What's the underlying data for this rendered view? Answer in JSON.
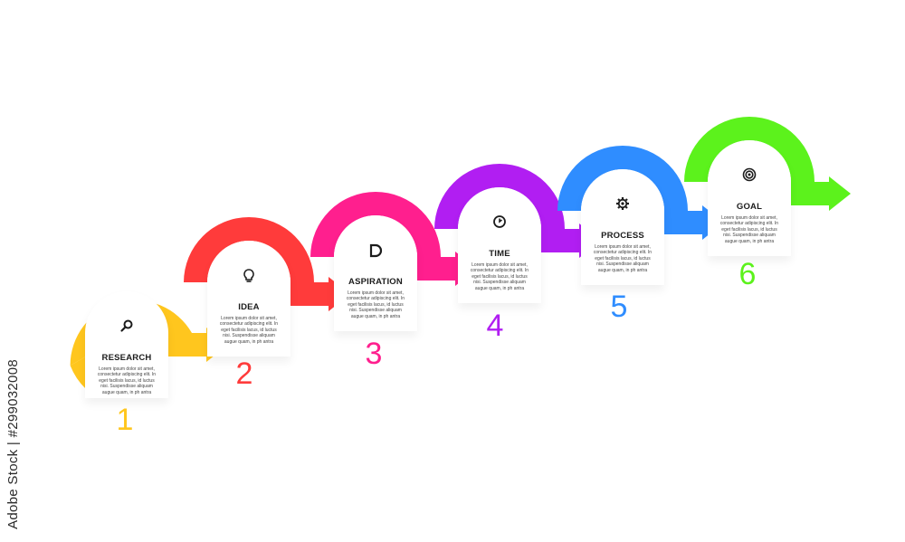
{
  "steps": [
    {
      "number": "1",
      "title": "RESEARCH",
      "icon": "magnifier-icon",
      "color": "#FFC61E",
      "desc": [
        "Lorem ipsum dolor sit amet,",
        "consectetur adipiscing elit. In",
        "eget facilisis lacus, id luctus",
        "nisi. Suspendisse aliquam",
        "augue quam, in ph antra"
      ]
    },
    {
      "number": "2",
      "title": "IDEA",
      "icon": "lightbulb-icon",
      "color": "#FF3B3B",
      "desc": [
        "Lorem ipsum dolor sit amet,",
        "consectetur adipiscing elit. In",
        "eget facilisis lacus, id luctus",
        "nisi. Suspendisse aliquam",
        "augue quam, in ph antra"
      ]
    },
    {
      "number": "3",
      "title": "ASPIRATION",
      "icon": "aspiration-icon",
      "color": "#FF1F8E",
      "desc": [
        "Lorem ipsum dolor sit amet,",
        "consectetur adipiscing elit. In",
        "eget facilisis lacus, id luctus",
        "nisi. Suspendisse aliquam",
        "augue quam, in ph antra"
      ]
    },
    {
      "number": "4",
      "title": "TIME",
      "icon": "clock-icon",
      "color": "#B11EF2",
      "desc": [
        "Lorem ipsum dolor sit amet,",
        "consectetur adipiscing elit. In",
        "eget facilisis lacus, id luctus",
        "nisi. Suspendisse aliquam",
        "augue quam, in ph antra"
      ]
    },
    {
      "number": "5",
      "title": "PROCESS",
      "icon": "gear-icon",
      "color": "#2F8DFF",
      "desc": [
        "Lorem ipsum dolor sit amet,",
        "consectetur adipiscing elit. In",
        "eget facilisis lacus, id luctus",
        "nisi. Suspendisse aliquam",
        "augue quam, in ph antra"
      ]
    },
    {
      "number": "6",
      "title": "GOAL",
      "icon": "target-icon",
      "color": "#5CF21C",
      "desc": [
        "Lorem ipsum dolor sit amet,",
        "consectetur adipiscing elit. In",
        "eget facilisis lacus, id luctus",
        "nisi. Suspendisse aliquam",
        "augue quam, in ph antra"
      ]
    }
  ],
  "credit": "Adobe Stock | #299032008"
}
